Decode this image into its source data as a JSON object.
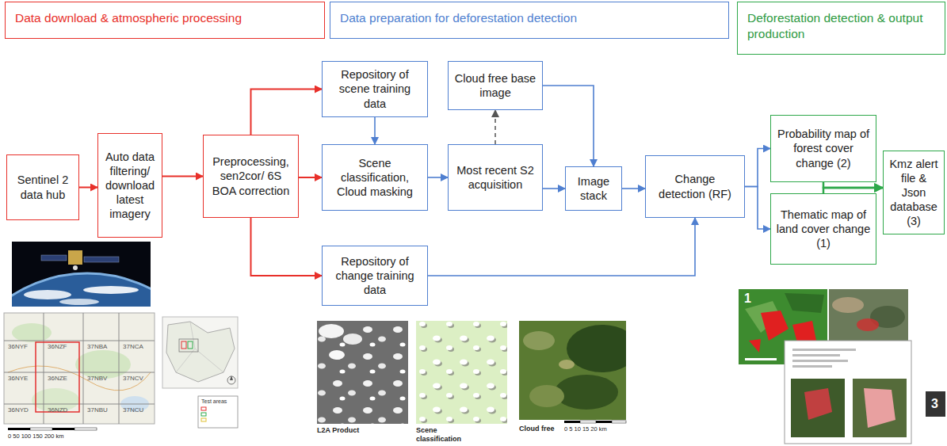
{
  "diagram": {
    "nodes": [
      {
        "text": [
          "Data download & atmospheric processing"
        ]
      },
      {
        "text": [
          "Data preparation for deforestation detection"
        ]
      },
      {
        "text": [
          "Deforestation detection & output production"
        ]
      },
      {
        "text": [
          "Sentinel 2 data hub"
        ]
      },
      {
        "text": [
          "Auto data filtering/ download latest imagery"
        ]
      },
      {
        "text": [
          "Preprocessing, sen2cor/ 6S BOA correction"
        ]
      },
      {
        "text": [
          "Repository of scene training data"
        ]
      },
      {
        "text": [
          "Scene classification, Cloud masking"
        ]
      },
      {
        "text": [
          "Repository of change training data"
        ]
      },
      {
        "text": [
          "Cloud free base image"
        ]
      },
      {
        "text": [
          "Most recent S2 acquisition"
        ]
      },
      {
        "text": [
          "Image stack"
        ]
      },
      {
        "text": [
          "Change detection (RF)"
        ]
      },
      {
        "text": [
          "Probability map of forest cover change (2)"
        ]
      },
      {
        "text": [
          "Thematic map of land cover change (1)"
        ]
      },
      {
        "text": [
          "Kmz alert file & Json database (3)"
        ]
      }
    ],
    "edges": [
      {
        "from": 3,
        "to": 4,
        "arrow": "to"
      },
      {
        "from": 4,
        "to": 5,
        "arrow": "to"
      },
      {
        "from": 5,
        "to": 6,
        "arrow": "to"
      },
      {
        "from": 5,
        "to": 7,
        "arrow": "to"
      },
      {
        "from": 5,
        "to": 8,
        "arrow": "to"
      },
      {
        "from": 6,
        "to": 7,
        "arrow": "to"
      },
      {
        "from": 7,
        "to": 10,
        "arrow": "to"
      },
      {
        "from": 10,
        "to": 9,
        "arrow": "to"
      },
      {
        "from": 9,
        "to": 11,
        "arrow": "to"
      },
      {
        "from": 10,
        "to": 11,
        "arrow": "to"
      },
      {
        "from": 11,
        "to": 12,
        "arrow": "to"
      },
      {
        "from": 8,
        "to": 12,
        "arrow": "to"
      },
      {
        "from": 12,
        "to": 13,
        "arrow": "to"
      },
      {
        "from": 12,
        "to": 14,
        "arrow": "to"
      },
      {
        "from": 13,
        "to": 15,
        "arrow": "to"
      },
      {
        "from": 14,
        "to": 15,
        "arrow": "to"
      }
    ],
    "labels": [
      "36NYF",
      "36NZF",
      "37NBA",
      "37NCA",
      "36NYE",
      "36NZE",
      "37NBV",
      "37NCV",
      "36NYD",
      "36NZD",
      "37NBU",
      "37NCU",
      "0 50 100 150 200 km",
      "Test areas",
      "L2A Product",
      "Scene classification",
      "Cloud free",
      "0 5 10 15 20 km",
      "1",
      "3"
    ]
  }
}
